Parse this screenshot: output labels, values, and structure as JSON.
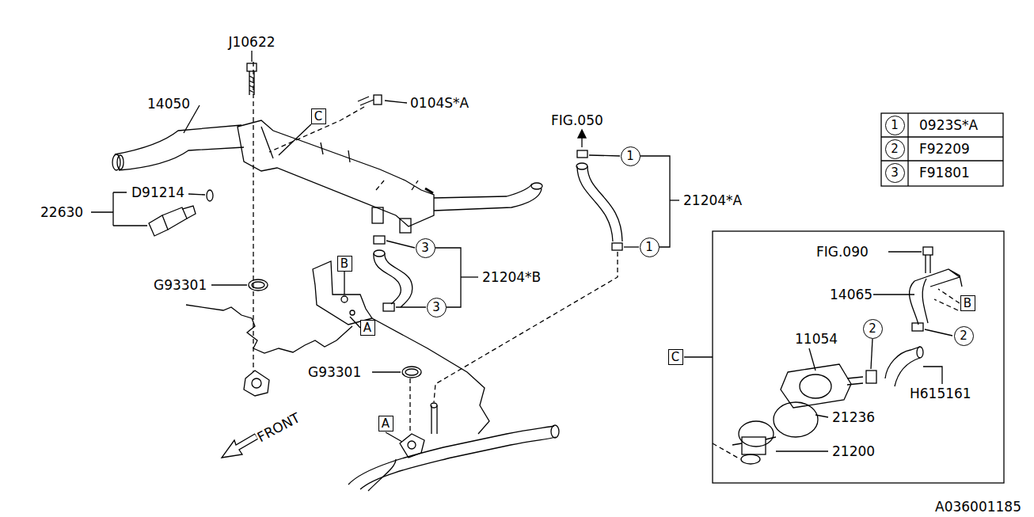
{
  "diagram": {
    "nodes": [
      {
        "text": [
          "C"
        ]
      },
      {
        "text": [
          "1"
        ]
      },
      {
        "text": [
          "1"
        ]
      },
      {
        "text": [
          "2"
        ]
      },
      {
        "text": [
          "3"
        ]
      },
      {
        "text": [
          "1"
        ]
      },
      {
        "text": [
          "3"
        ]
      },
      {
        "text": [
          "B"
        ]
      },
      {
        "text": [
          "2"
        ]
      },
      {
        "text": [
          "2"
        ]
      },
      {
        "text": [
          "B"
        ]
      },
      {
        "text": [
          "3"
        ]
      },
      {
        "text": [
          "A"
        ]
      },
      {
        "text": [
          "C"
        ]
      },
      {
        "text": [
          "A"
        ]
      }
    ],
    "edges": [
      {
        "from": 1,
        "to": 5,
        "arrow": "none"
      },
      {
        "from": 6,
        "to": 11,
        "arrow": "none"
      }
    ],
    "labels": [
      "J10622",
      "0104S*A",
      "14050",
      "D91214",
      "22630",
      "G93301",
      "FIG.050",
      "21204*A",
      "0923S*A",
      "F92209",
      "F91801",
      "21204*B",
      "FIG.090",
      "14065",
      "11054",
      "G93301",
      "H615161",
      "21236",
      "21200",
      "FRONT",
      "A036001185"
    ]
  }
}
